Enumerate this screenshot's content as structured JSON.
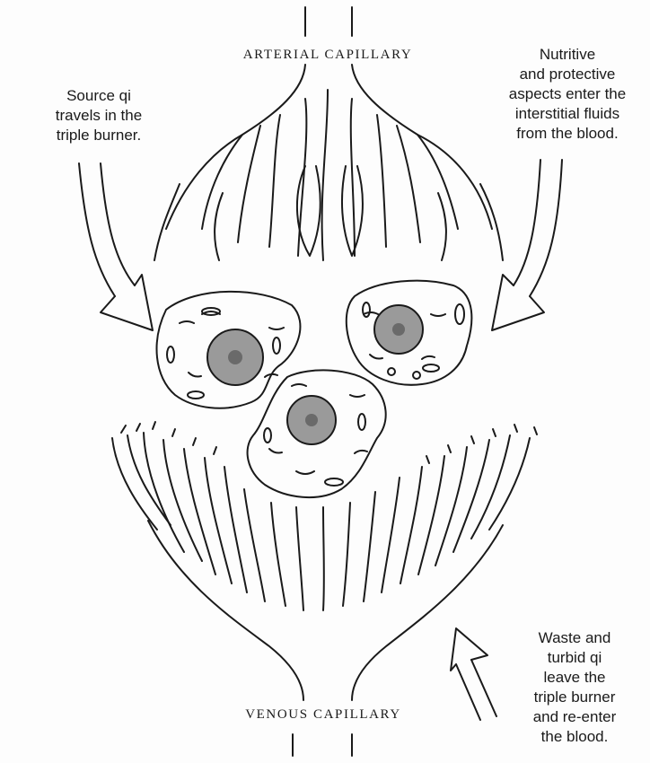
{
  "labels": {
    "arterial": "ARTERIAL CAPILLARY",
    "venous": "VENOUS CAPILLARY",
    "source_qi": [
      "Source qi",
      "travels in the",
      "triple burner."
    ],
    "nutritive": [
      "Nutritive",
      "and protective",
      "aspects enter the",
      "interstitial fluids",
      "from the blood."
    ],
    "waste": [
      "Waste and",
      "turbid qi",
      "leave the",
      "triple burner",
      "and re-enter",
      "the blood."
    ]
  },
  "colors": {
    "ink": "#1a1a1a",
    "paper": "#fdfdfd",
    "nucleus": "#8a8a8a"
  }
}
